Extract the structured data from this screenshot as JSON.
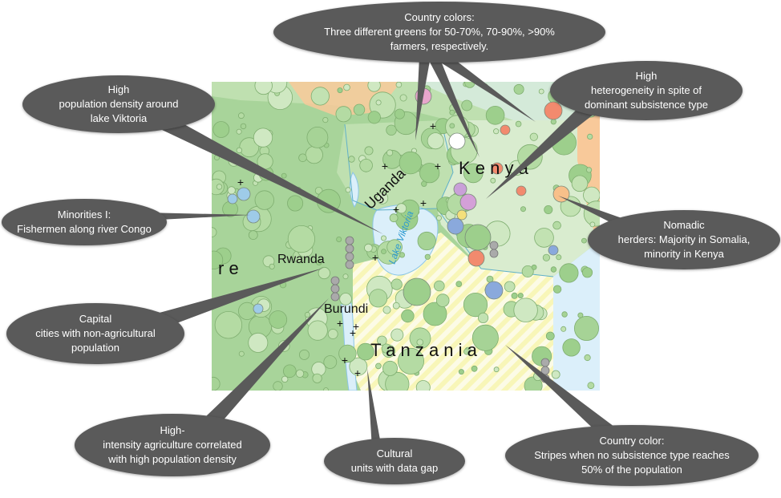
{
  "map": {
    "countries": {
      "kenya": "K e n y a",
      "uganda": "Uganda",
      "rwanda": "Rwanda",
      "burundi": "Burundi",
      "tanzania": "T a n z a n i a",
      "congo_fragment": "r e"
    },
    "lake_label": "Lake Viktoria"
  },
  "callouts": [
    {
      "text": "Country colors:\nThree different greens for 50-70%, 70-90%, >90%\nfarmers, respectively."
    },
    {
      "text": "High\npopulation density around\nlake Viktoria"
    },
    {
      "text": "High\nheterogeneity in spite of\ndominant subsistence type"
    },
    {
      "text": "Minorities I:\nFishermen along river Congo"
    },
    {
      "text": "Nomadic\nherders: Majority in Somalia,\nminority in Kenya"
    },
    {
      "text": "Capital\ncities with non-agricultural\npopulation"
    },
    {
      "text": "High-\nintensity agriculture correlated\nwith high population density"
    },
    {
      "text": "Cultural\nunits with data gap"
    },
    {
      "text": "Country color:\nStripes when no subsistence type reaches\n50% of the population"
    }
  ],
  "colors": {
    "green_50_70": "#d9eccf",
    "green_70_90": "#bfe0b0",
    "green_over_90": "#a8d49a",
    "nomadic": "#f8c99a",
    "water": "#dbeffa",
    "callout_bg": "#5a5a5a"
  }
}
